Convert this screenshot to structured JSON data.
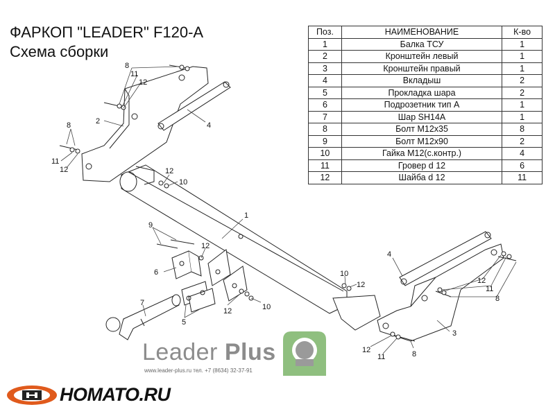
{
  "header": {
    "title": "ФАРКОП \"LEADER\" F120-A",
    "subtitle": "Схема сборки"
  },
  "parts_table": {
    "headers": [
      "Поз.",
      "НАИМЕНОВАНИЕ",
      "К-во"
    ],
    "rows": [
      [
        "1",
        "Балка ТСУ",
        "1"
      ],
      [
        "2",
        "Кронштейн левый",
        "1"
      ],
      [
        "3",
        "Кронштейн правый",
        "1"
      ],
      [
        "4",
        "Вкладыш",
        "2"
      ],
      [
        "5",
        "Прокладка шара",
        "2"
      ],
      [
        "6",
        "Подрозетник тип А",
        "1"
      ],
      [
        "7",
        "Шар SH14A",
        "1"
      ],
      [
        "8",
        "Болт М12х35",
        "8"
      ],
      [
        "9",
        "Болт М12х90",
        "2"
      ],
      [
        "10",
        "Гайка М12(с.контр.)",
        "4"
      ],
      [
        "11",
        "Гровер d 12",
        "6"
      ],
      [
        "12",
        "Шайба d 12",
        "11"
      ]
    ]
  },
  "callouts": {
    "c1": "1",
    "c2": "2",
    "c3": "3",
    "c4a": "4",
    "c4b": "4",
    "c5": "5",
    "c6": "6",
    "c7": "7",
    "c8a": "8",
    "c8b": "8",
    "c8c": "8",
    "c8d": "8",
    "c9": "9",
    "c10a": "10",
    "c10b": "10",
    "c10c": "10",
    "c11a": "11",
    "c11b": "11",
    "c11c": "11",
    "c11d": "11",
    "c12a": "12",
    "c12b": "12",
    "c12c": "12",
    "c12d": "12",
    "c12e": "12",
    "c12f": "12",
    "c12g": "12",
    "c12h": "12"
  },
  "brand": {
    "name_light": "Leader",
    "name_bold": "Plus",
    "contact": "www.leader-plus.ru    тел. +7 (8634) 32-37-91",
    "logo_color": "#8fbf7f"
  },
  "watermark": {
    "text": "HOMATO.RU",
    "logo_color": "#e05a1c"
  }
}
